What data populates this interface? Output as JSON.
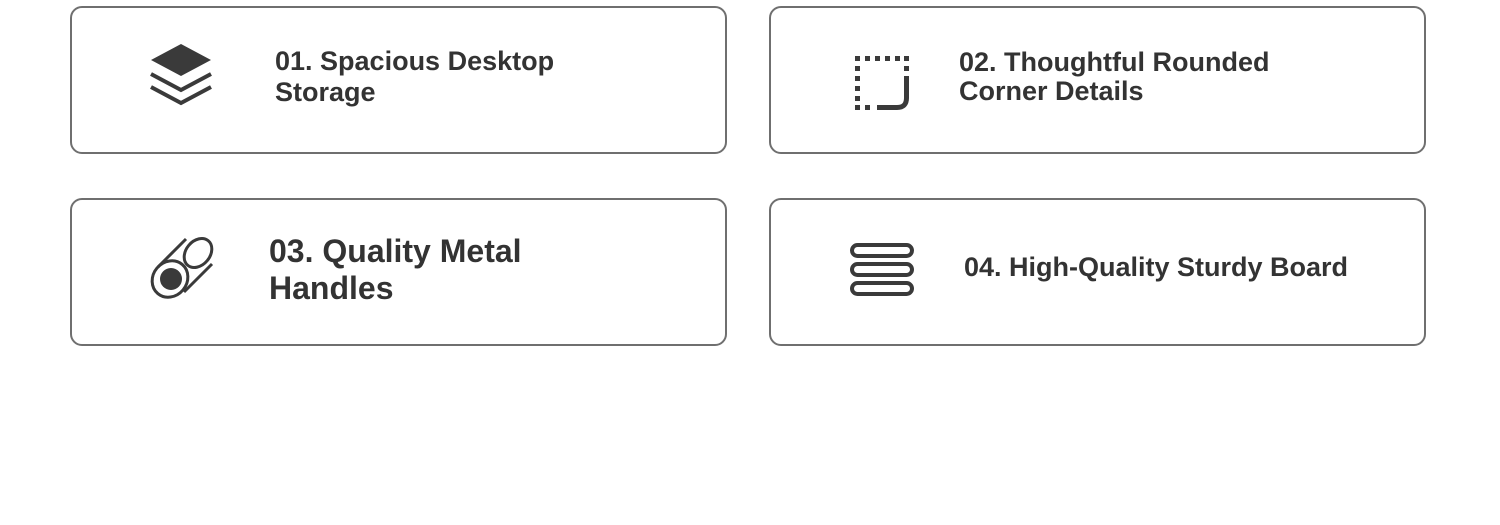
{
  "features": [
    {
      "icon": "layers-icon",
      "title": "01. Spacious Desktop\nStorage"
    },
    {
      "icon": "rounded-corner-icon",
      "title": "02. Thoughtful Rounded\nCorner Details"
    },
    {
      "icon": "metal-tube-icon",
      "title": "03. Quality Metal\nHandles"
    },
    {
      "icon": "stacked-boards-icon",
      "title": "04. High-Quality Sturdy Board"
    }
  ],
  "colors": {
    "border": "#6f6f6f",
    "text": "#333333",
    "icon": "#3a3a3a"
  }
}
